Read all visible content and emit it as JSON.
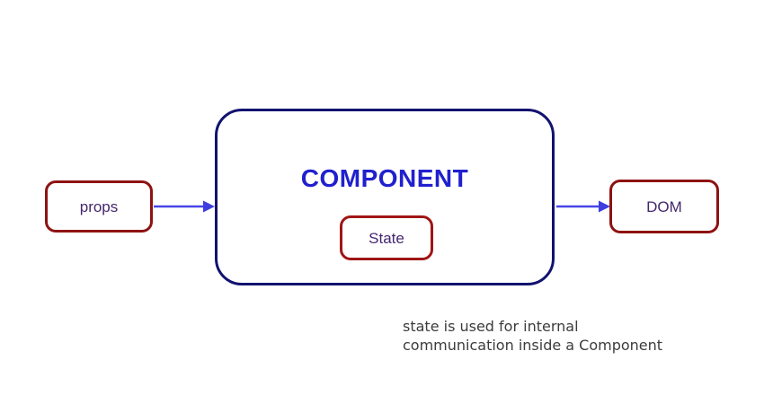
{
  "diagram": {
    "props_box": {
      "label": "props"
    },
    "component_box": {
      "title": "COMPONENT"
    },
    "state_box": {
      "label": "State"
    },
    "dom_box": {
      "label": "DOM"
    },
    "caption": {
      "line1": "state is used for internal",
      "line2": "communication inside a Component"
    },
    "colors": {
      "node_border_red": "#8e1212",
      "state_border_red": "#a01515",
      "component_border_navy": "#121270",
      "component_title_blue": "#2020cf",
      "node_text_purple": "#44276f",
      "arrow_blue": "#4646e8",
      "caption_gray": "#3c3c3c",
      "background": "#ffffff"
    }
  }
}
